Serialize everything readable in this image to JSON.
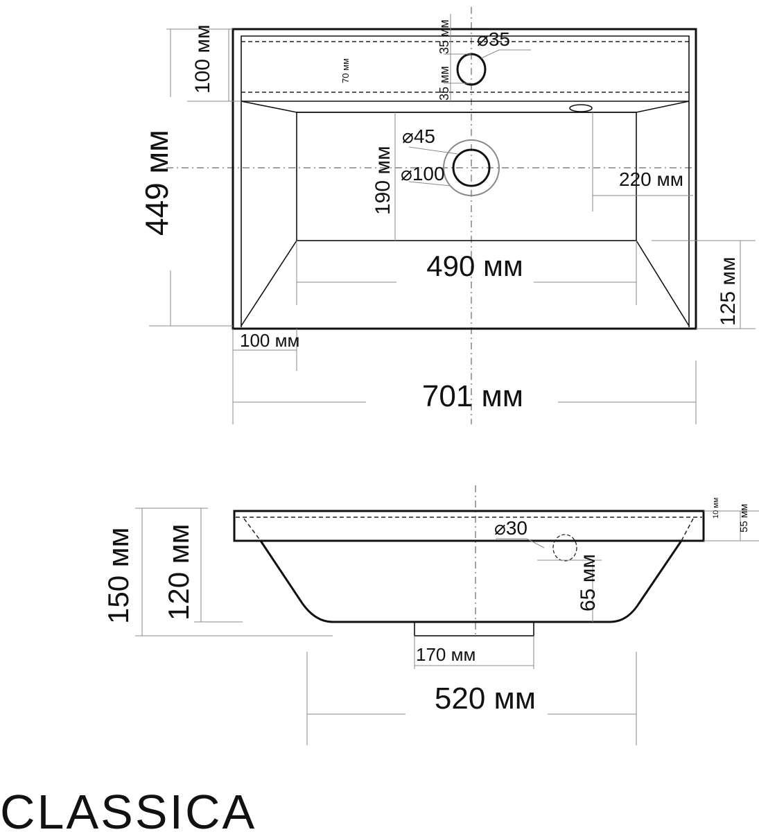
{
  "top_view": {
    "height_label": "449 мм",
    "deck_label": "100 мм",
    "tap_offset_top": "35 мм",
    "tap_offset_bottom": "35 мм",
    "tap_zone_label": "70 мм",
    "tap_hole_label": "⌀35",
    "drain_inner_label": "⌀45",
    "drain_outer_label": "⌀100",
    "drain_depth_label": "190 мм",
    "overflow_label": "220 мм",
    "bowl_width_label": "490 мм",
    "front_slope_label": "125 мм",
    "side_rim_label": "100 мм",
    "total_width_label": "701 мм"
  },
  "side_view": {
    "total_height_label": "150 мм",
    "bowl_height_label": "120 мм",
    "overflow_hole_label": "⌀30",
    "overflow_height_label": "65 мм",
    "rim_inner_label": "10 мм",
    "rim_height_label": "55 мм",
    "drain_width_label": "170 мм",
    "bowl_bottom_width_label": "520 мм"
  },
  "brand": "CLASSICA"
}
